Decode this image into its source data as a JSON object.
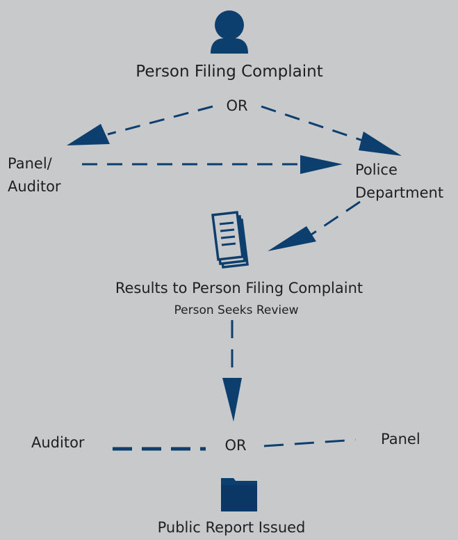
{
  "diagram": {
    "colors": {
      "accent": "#0d3f6e",
      "background": "#c8c9cb",
      "text": "#1f1f1f"
    },
    "nodes": {
      "person": {
        "label": "Person Filing Complaint",
        "icon": "person-icon"
      },
      "or_top": {
        "label": "OR"
      },
      "panel_auditor": {
        "line1": "Panel/",
        "line2": "Auditor"
      },
      "police": {
        "line1": "Police",
        "line2": "Department"
      },
      "document": {
        "icon": "document-icon"
      },
      "results": {
        "label": "Results to Person Filing Complaint",
        "sublabel": "Person Seeks Review"
      },
      "auditor": {
        "label": "Auditor"
      },
      "or_bottom": {
        "label": "OR"
      },
      "panel": {
        "label": "Panel"
      },
      "folder": {
        "icon": "folder-icon"
      },
      "report": {
        "label": "Public Report Issued"
      }
    },
    "edges": [
      {
        "from": "person",
        "to": "panel_auditor",
        "style": "dashed",
        "arrow": true
      },
      {
        "from": "person",
        "to": "police",
        "style": "dashed",
        "arrow": true
      },
      {
        "from": "panel_auditor",
        "to": "police",
        "style": "dashed",
        "arrow": true
      },
      {
        "from": "police",
        "to": "document",
        "style": "dashed",
        "arrow": true
      },
      {
        "from": "results",
        "to": "or_bottom",
        "style": "dashed",
        "arrow": true
      },
      {
        "from": "auditor",
        "to": "or_bottom",
        "style": "dashed-thick",
        "arrow": false
      },
      {
        "from": "or_bottom",
        "to": "panel",
        "style": "dashed",
        "arrow": false
      }
    ]
  }
}
